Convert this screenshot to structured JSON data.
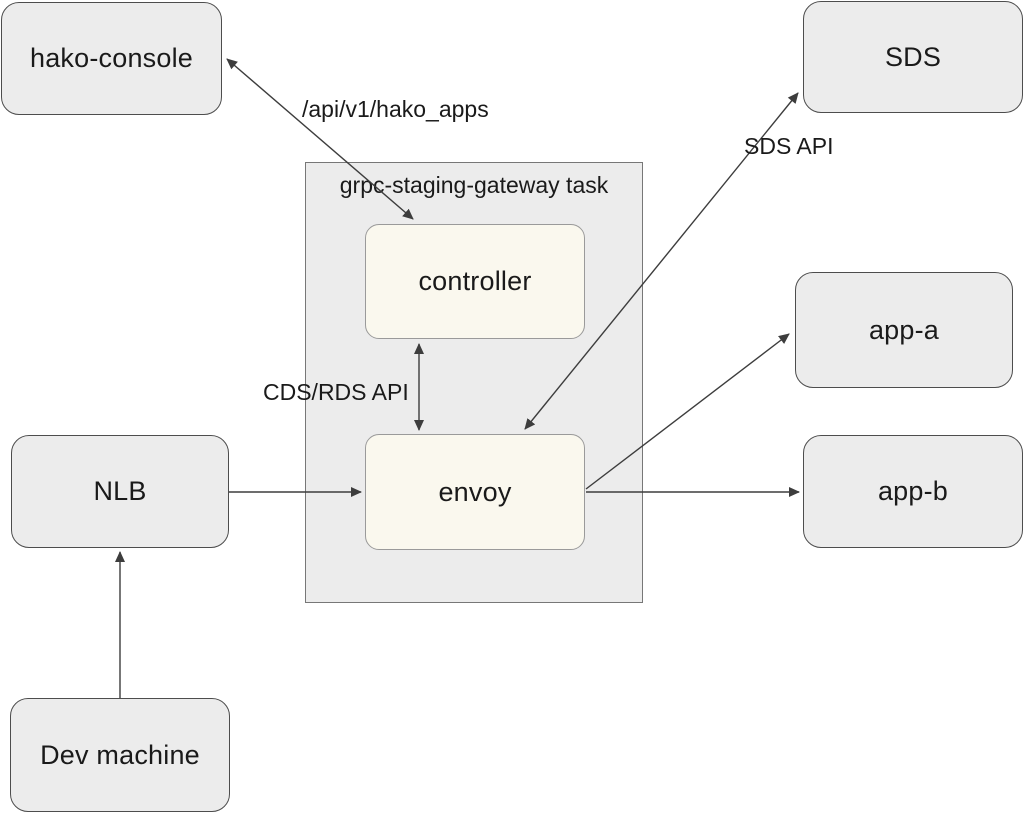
{
  "diagram": {
    "container": {
      "label": "grpc-staging-gateway task"
    },
    "nodes": {
      "hako_console": {
        "label": "hako-console"
      },
      "sds": {
        "label": "SDS"
      },
      "app_a": {
        "label": "app-a"
      },
      "app_b": {
        "label": "app-b"
      },
      "nlb": {
        "label": "NLB"
      },
      "dev_machine": {
        "label": "Dev machine"
      },
      "controller": {
        "label": "controller"
      },
      "envoy": {
        "label": "envoy"
      }
    },
    "edge_labels": {
      "hako_api": "/api/v1/hako_apps",
      "sds_api": "SDS API",
      "cds_rds_api": "CDS/RDS API"
    },
    "edges": [
      {
        "from": "controller",
        "to": "hako-console",
        "label": "/api/v1/hako_apps",
        "bidirectional": true
      },
      {
        "from": "controller",
        "to": "envoy",
        "label": "CDS/RDS API",
        "bidirectional": true
      },
      {
        "from": "envoy",
        "to": "SDS",
        "label": "SDS API",
        "bidirectional": true
      },
      {
        "from": "NLB",
        "to": "envoy",
        "label": "",
        "bidirectional": false
      },
      {
        "from": "Dev machine",
        "to": "NLB",
        "label": "",
        "bidirectional": false
      },
      {
        "from": "envoy",
        "to": "app-a",
        "label": "",
        "bidirectional": false
      },
      {
        "from": "envoy",
        "to": "app-b",
        "label": "",
        "bidirectional": false
      }
    ],
    "colors": {
      "node_fill": "#ececec",
      "inner_node_fill": "#faf8ee",
      "container_fill": "#ececec",
      "node_border": "#4d4d4d",
      "inner_node_border": "#9a9a9a",
      "container_border": "#777777",
      "arrow": "#3d3d3d",
      "text": "#1a1a1a",
      "background": "#ffffff"
    }
  }
}
